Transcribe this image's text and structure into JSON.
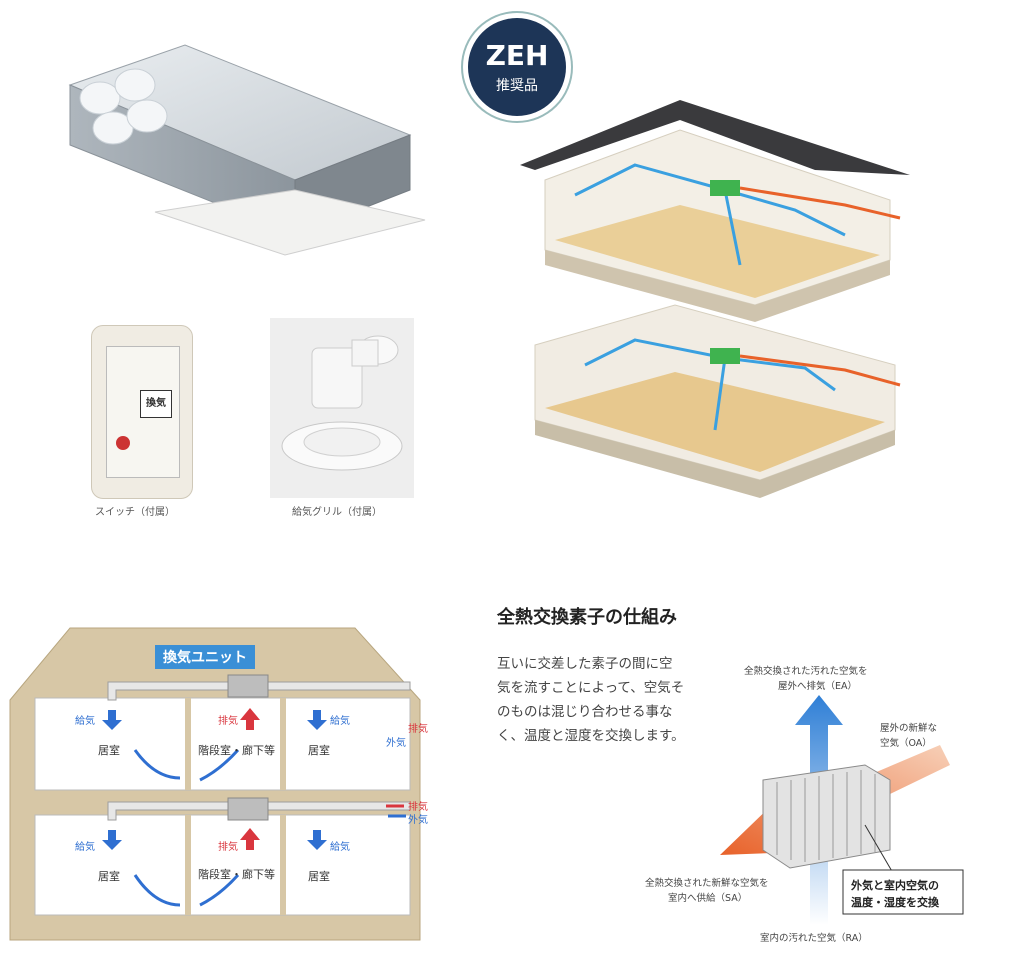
{
  "badge": {
    "line1": "ZEH",
    "line2": "推奨品"
  },
  "products": {
    "switch_caption": "スイッチ（付属）",
    "grille_caption": "給気グリル（付属）",
    "switch_button": "換気"
  },
  "house_diagram": {
    "unit_label": "換気ユニット",
    "upper": {
      "left": {
        "supply": "給気",
        "room": "居室"
      },
      "mid": {
        "exhaust": "排気",
        "room": "階段室・廊下等"
      },
      "right": {
        "supply": "給気",
        "room": "居室"
      },
      "outside_exhaust": "排気",
      "outside_air": "外気"
    },
    "lower": {
      "left": {
        "supply": "給気",
        "room": "居室"
      },
      "mid": {
        "exhaust": "排気",
        "room": "階段室・廊下等"
      },
      "right": {
        "supply": "給気",
        "room": "居室"
      },
      "outside_exhaust": "排気",
      "outside_air": "外気"
    }
  },
  "mechanism": {
    "title": "全熱交換素子の仕組み",
    "body_lines": [
      "互いに交差した素子の間に空",
      "気を流すことによって、空気そ",
      "のものは混じり合わせる事な",
      "く、温度と湿度を交換します。"
    ],
    "ea_lines": [
      "全熱交換された汚れた空気を",
      "屋外へ排気（EA）"
    ],
    "oa_lines": [
      "屋外の新鮮な",
      "空気（OA）"
    ],
    "sa_lines": [
      "全熱交換された新鮮な空気を",
      "室内へ供給（SA）"
    ],
    "ra_label": "室内の汚れた空気（RA）",
    "box_lines": [
      "外気と室内空気の",
      "温度・湿度を交換"
    ]
  },
  "colors": {
    "badge_bg": "#1d3557",
    "supply_blue": "#2f6fd1",
    "exhaust_red": "#d9363e",
    "unit_label_bg": "#3a8fd6",
    "house_beige": "#d7c7a6",
    "orange_arrow": "#e8622a"
  }
}
